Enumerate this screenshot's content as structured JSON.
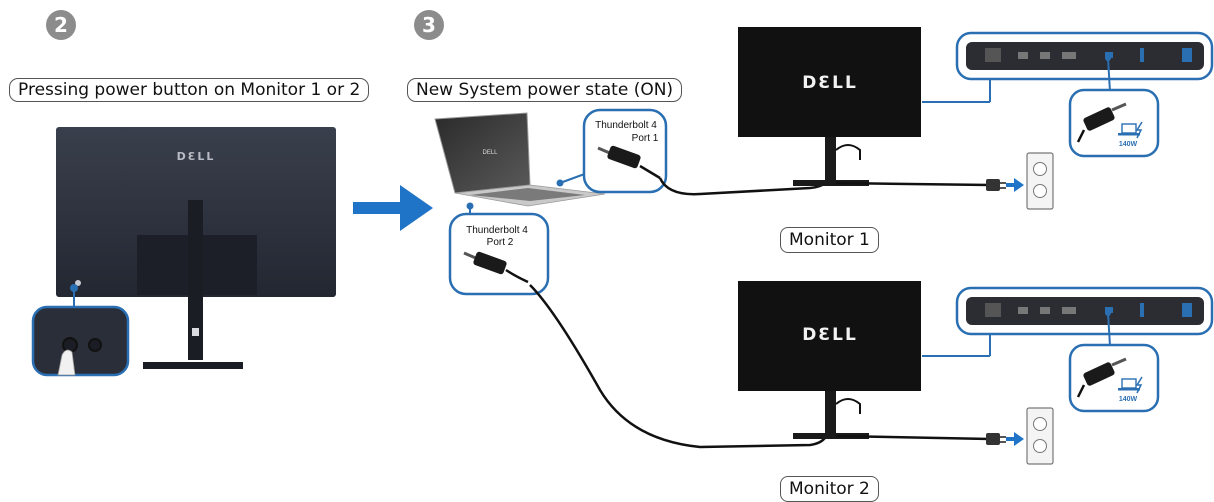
{
  "steps": {
    "step2": {
      "number": "2",
      "caption": "Pressing power button on Monitor 1 or 2"
    },
    "step3": {
      "number": "3",
      "caption": "New System power state (ON)"
    }
  },
  "brand": {
    "rear_logo": "DƐLL",
    "front_logo": "DƐLL"
  },
  "ports": {
    "port1": {
      "line1": "Thunderbolt 4",
      "line2": "Port 1"
    },
    "port2": {
      "line1": "Thunderbolt 4",
      "line2": "Port 2"
    }
  },
  "monitors": {
    "monitor1": {
      "label": "Monitor 1",
      "power_rating": "140W"
    },
    "monitor2": {
      "label": "Monitor 2",
      "power_rating": "140W"
    }
  },
  "colors": {
    "arrow": "#1f74c8",
    "callout_border": "#2b6fb3",
    "monitor_front": "#111111",
    "monitor_back": "#2b2f3a",
    "step_circle": "#8c8c8c"
  }
}
